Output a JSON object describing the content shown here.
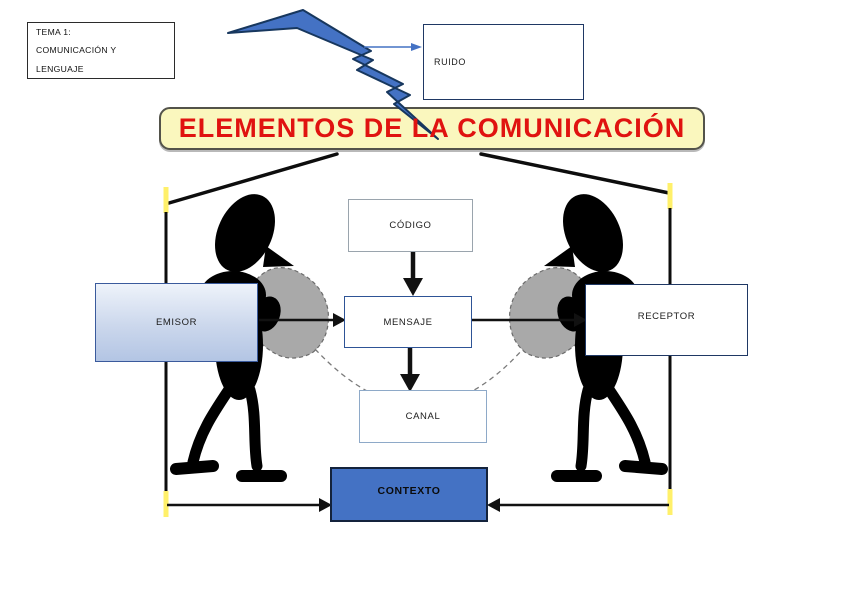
{
  "header": {
    "tema_line1": "TEMA 1:",
    "tema_line2": "COMUNICACIÓN Y LENGUAJE"
  },
  "title": "ELEMENTOS DE LA COMUNICACIÓN",
  "nodes": {
    "ruido": "RUIDO",
    "emisor": "EMISOR",
    "codigo": "CÓDIGO",
    "mensaje": "MENSAJE",
    "canal": "CANAL",
    "receptor": "RECEPTOR",
    "contexto": "CONTEXTO"
  },
  "colors": {
    "bolt_fill": "#4472C4",
    "bolt_stroke": "#17375E",
    "title_bg": "#FAF7BE",
    "title_text": "#E01310",
    "contexto_bg": "#4472C4",
    "highlight_yellow": "#FFF06A",
    "megaphone_gray": "#A9A9A9"
  }
}
